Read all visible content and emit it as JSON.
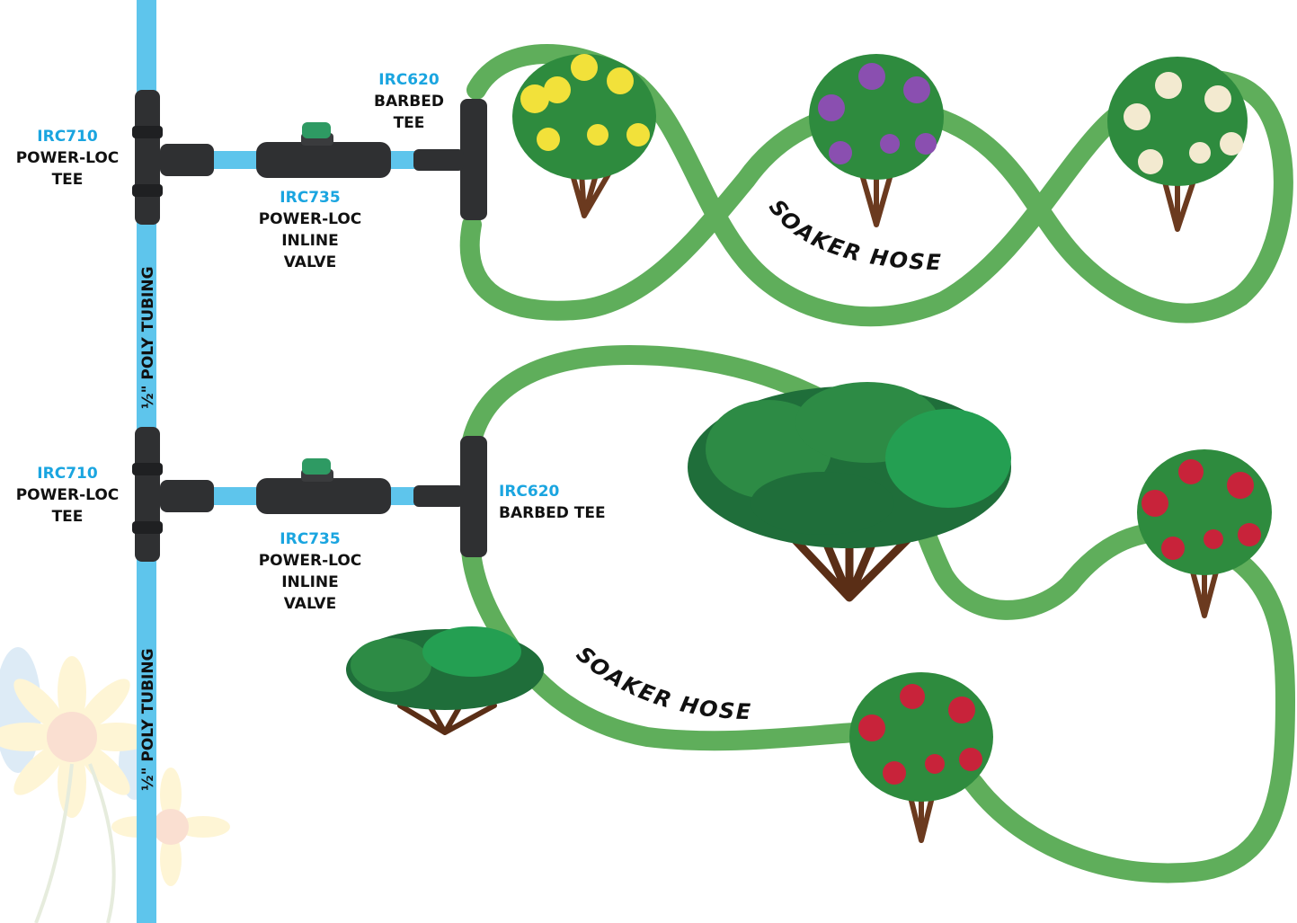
{
  "colors": {
    "tubing": "#5ec5ec",
    "hose": "#5fae5b",
    "fitting": "#2f3032",
    "valve_knob": "#2e9a63",
    "code_text": "#1aa5e0",
    "leaf": "#2e8b3e",
    "trunk": "#6b3a1f",
    "rose_yellow": "#f2e13a",
    "rose_purple": "#8a4fb0",
    "rose_cream": "#f3ead0",
    "rose_red": "#c8233a"
  },
  "tubing": {
    "upper_label": "½\" POLY TUBING",
    "lower_label": "½\" POLY TUBING"
  },
  "row1": {
    "tee": {
      "code": "IRC710",
      "line1": "POWER-LOC",
      "line2": "TEE"
    },
    "valve": {
      "code": "IRC735",
      "line1": "POWER-LOC",
      "line2": "INLINE",
      "line3": "VALVE"
    },
    "barbed_tee": {
      "code": "IRC620",
      "line1": "BARBED",
      "line2": "TEE"
    },
    "hose_label": "SOAKER HOSE",
    "plants": [
      "yellow-rose-bush",
      "purple-rose-bush",
      "cream-rose-bush"
    ]
  },
  "row2": {
    "tee": {
      "code": "IRC710",
      "line1": "POWER-LOC",
      "line2": "TEE"
    },
    "valve": {
      "code": "IRC735",
      "line1": "POWER-LOC",
      "line2": "INLINE",
      "line3": "VALVE"
    },
    "barbed_tee": {
      "code": "IRC620",
      "line1": "BARBED TEE"
    },
    "hose_label": "SOAKER HOSE",
    "plants": [
      "large-shrub",
      "small-shrub",
      "red-rose-bush",
      "red-rose-bush"
    ]
  }
}
